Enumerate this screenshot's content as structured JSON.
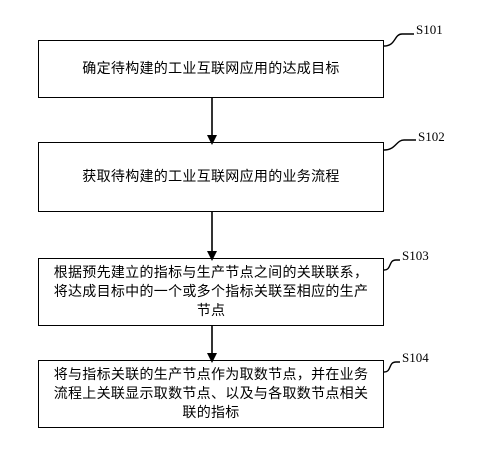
{
  "flowchart": {
    "steps": [
      {
        "label": "S101",
        "text": "确定待构建的工业互联网应用的达成目标"
      },
      {
        "label": "S102",
        "text": "获取待构建的工业互联网应用的业务流程"
      },
      {
        "label": "S103",
        "text": "根据预先建立的指标与生产节点之间的关联联系，将达成目标中的一个或多个指标关联至相应的生产节点"
      },
      {
        "label": "S104",
        "text": "将与指标关联的生产节点作为取数节点，并在业务流程上关联显示取数节点、以及与各取数节点相关联的指标"
      }
    ]
  }
}
